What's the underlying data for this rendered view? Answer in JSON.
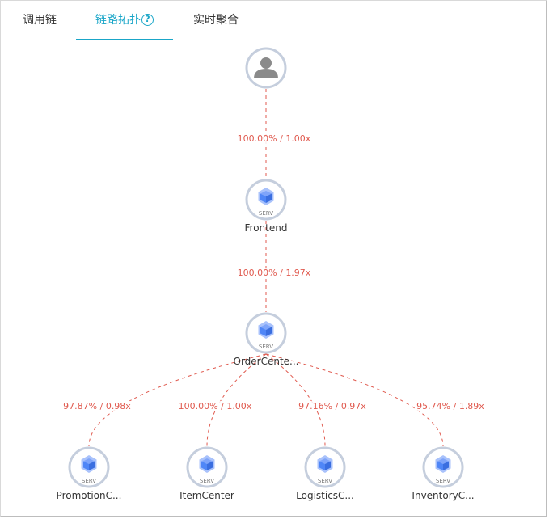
{
  "tabs": [
    {
      "label": "调用链",
      "active": false
    },
    {
      "label": "链路拓扑",
      "active": true,
      "help_glyph": "?"
    },
    {
      "label": "实时聚合",
      "active": false
    }
  ],
  "node_type_label": "SERV",
  "nodes": [
    {
      "id": "user",
      "kind": "user",
      "label": ""
    },
    {
      "id": "frontend",
      "kind": "service",
      "label": "Frontend"
    },
    {
      "id": "order",
      "kind": "service",
      "label": "OrderCente..."
    },
    {
      "id": "promotion",
      "kind": "service",
      "label": "PromotionC..."
    },
    {
      "id": "item",
      "kind": "service",
      "label": "ItemCenter"
    },
    {
      "id": "logistics",
      "kind": "service",
      "label": "LogisticsC..."
    },
    {
      "id": "inventory",
      "kind": "service",
      "label": "InventoryC..."
    }
  ],
  "edges": [
    {
      "from": "user",
      "to": "frontend",
      "label": "100.00% / 1.00x"
    },
    {
      "from": "frontend",
      "to": "order",
      "label": "100.00% / 1.97x"
    },
    {
      "from": "order",
      "to": "promotion",
      "label": "97.87% / 0.98x"
    },
    {
      "from": "order",
      "to": "item",
      "label": "100.00% / 1.00x"
    },
    {
      "from": "order",
      "to": "logistics",
      "label": "97.16% / 0.97x"
    },
    {
      "from": "order",
      "to": "inventory",
      "label": "95.74% / 1.89x"
    }
  ],
  "colors": {
    "accent": "#1aa6c8",
    "edge": "#e05a4f",
    "node_ring": "#c5cedd",
    "service_icon": "#4f86f7",
    "user_icon": "#8a8a8a"
  }
}
